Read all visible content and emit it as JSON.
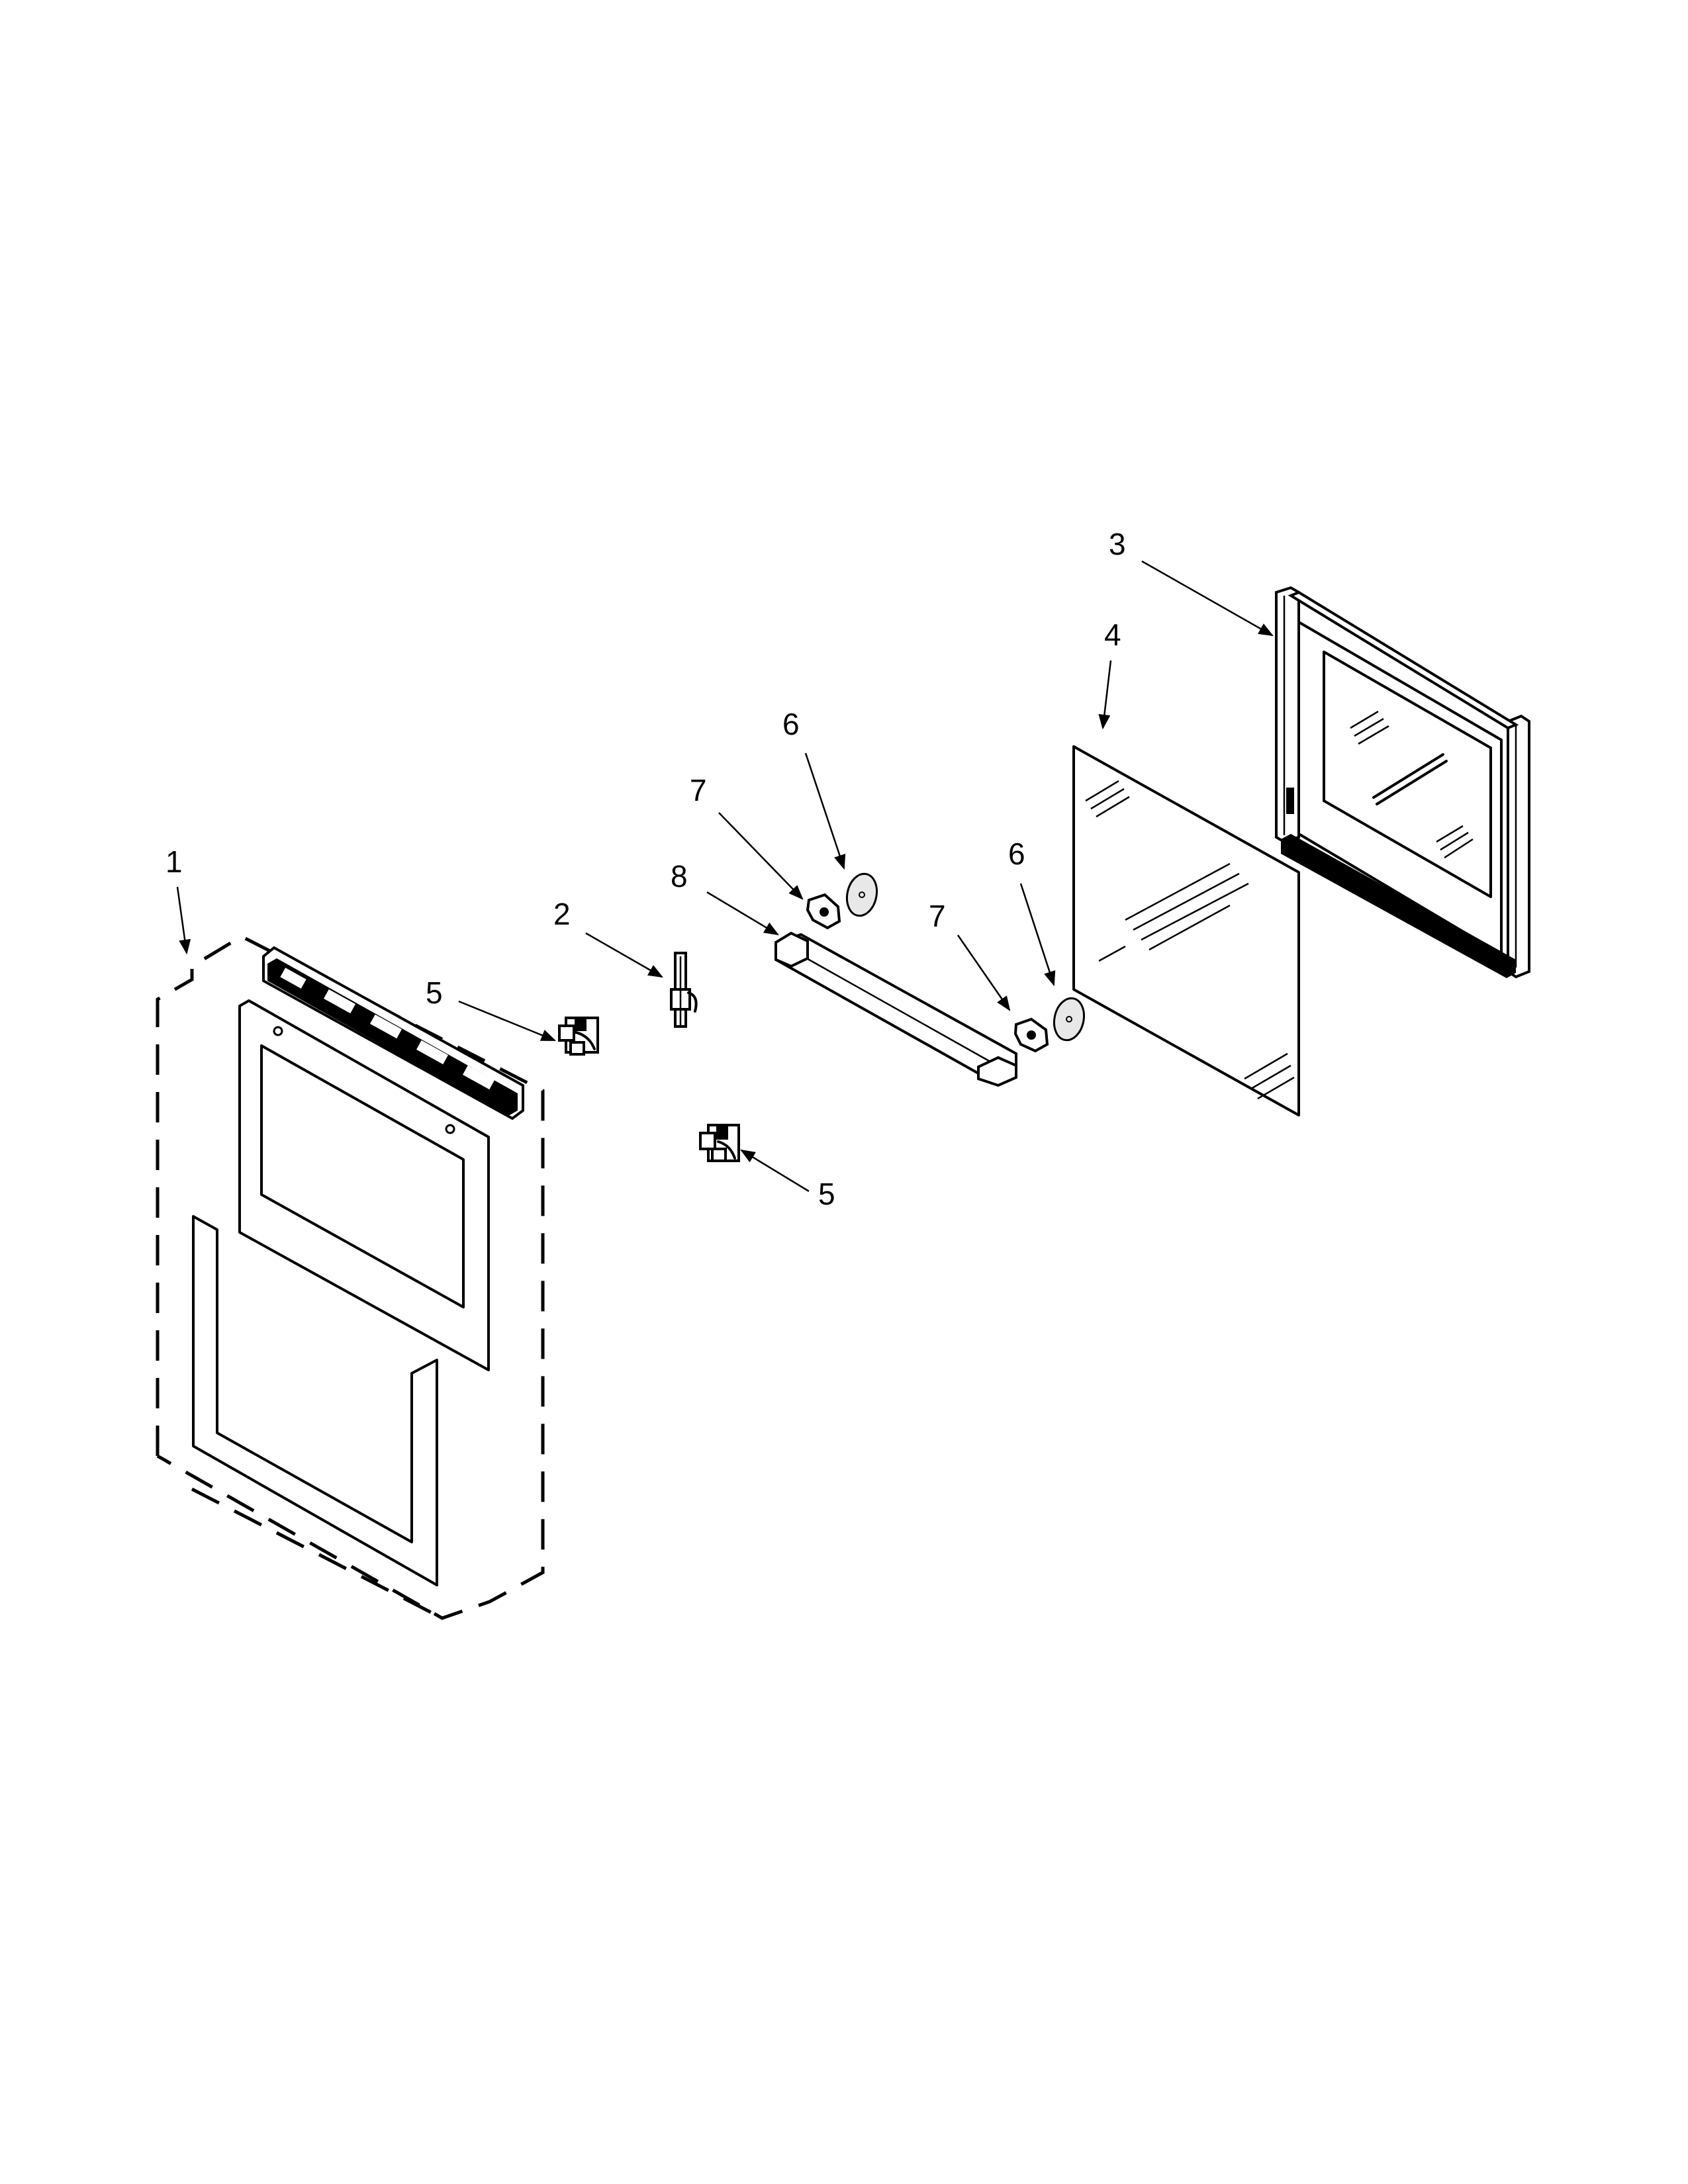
{
  "callouts": [
    {
      "id": "c1",
      "label": "1"
    },
    {
      "id": "c2",
      "label": "2"
    },
    {
      "id": "c3",
      "label": "3"
    },
    {
      "id": "c4",
      "label": "4"
    },
    {
      "id": "c5a",
      "label": "5"
    },
    {
      "id": "c5b",
      "label": "5"
    },
    {
      "id": "c6a",
      "label": "6"
    },
    {
      "id": "c6b",
      "label": "6"
    },
    {
      "id": "c7a",
      "label": "7"
    },
    {
      "id": "c7b",
      "label": "7"
    },
    {
      "id": "c8",
      "label": "8"
    }
  ],
  "colors": {
    "line": "#000000",
    "background": "#ffffff"
  }
}
